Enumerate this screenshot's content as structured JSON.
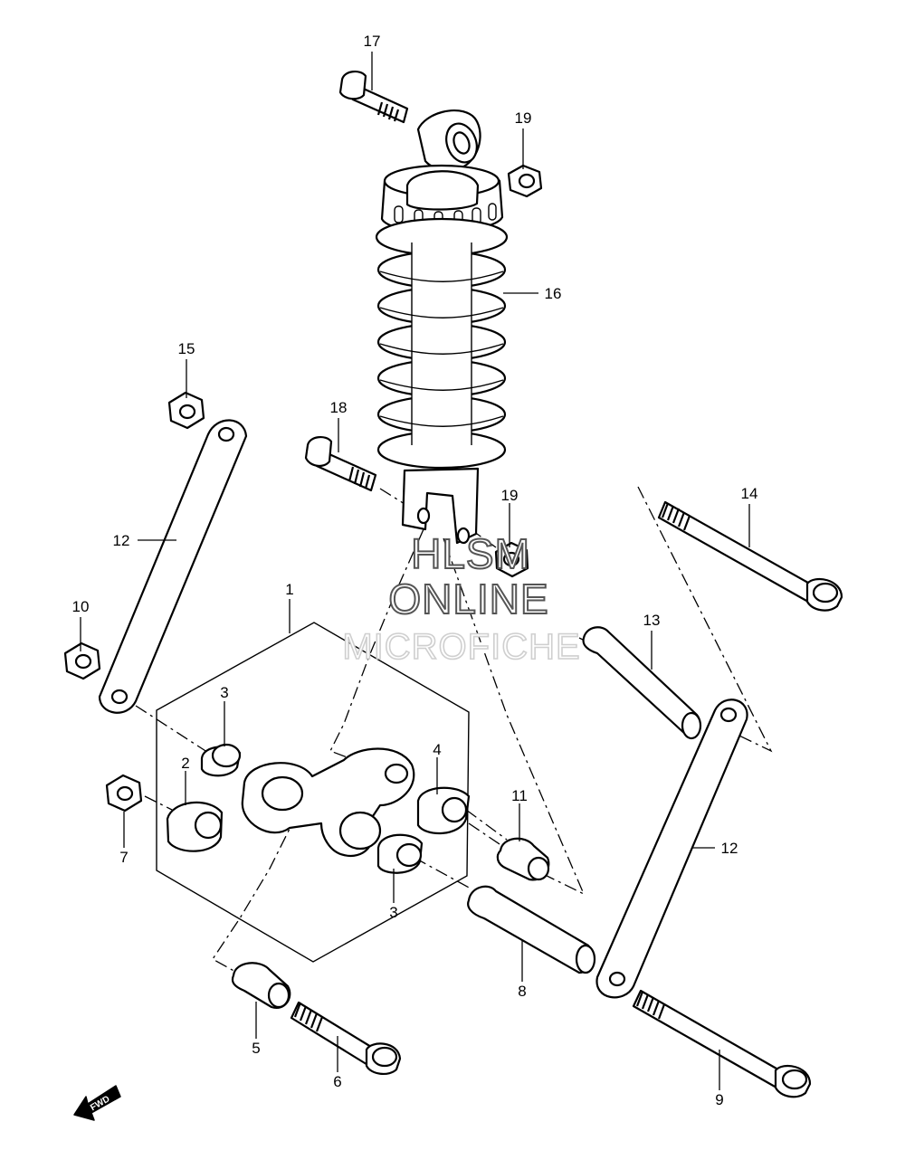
{
  "labels": {
    "p1": "1",
    "p2": "2",
    "p3a": "3",
    "p3b": "3",
    "p4": "4",
    "p5": "5",
    "p6": "6",
    "p7": "7",
    "p8": "8",
    "p9": "9",
    "p10": "10",
    "p11": "11",
    "p12a": "12",
    "p12b": "12",
    "p13": "13",
    "p14": "14",
    "p15": "15",
    "p16": "16",
    "p17": "17",
    "p18": "18",
    "p19a": "19",
    "p19b": "19"
  },
  "watermark": {
    "line1": "HLSM",
    "line2": "ONLINE",
    "line3": "MICROFICHE"
  },
  "direction_badge": "FWD"
}
